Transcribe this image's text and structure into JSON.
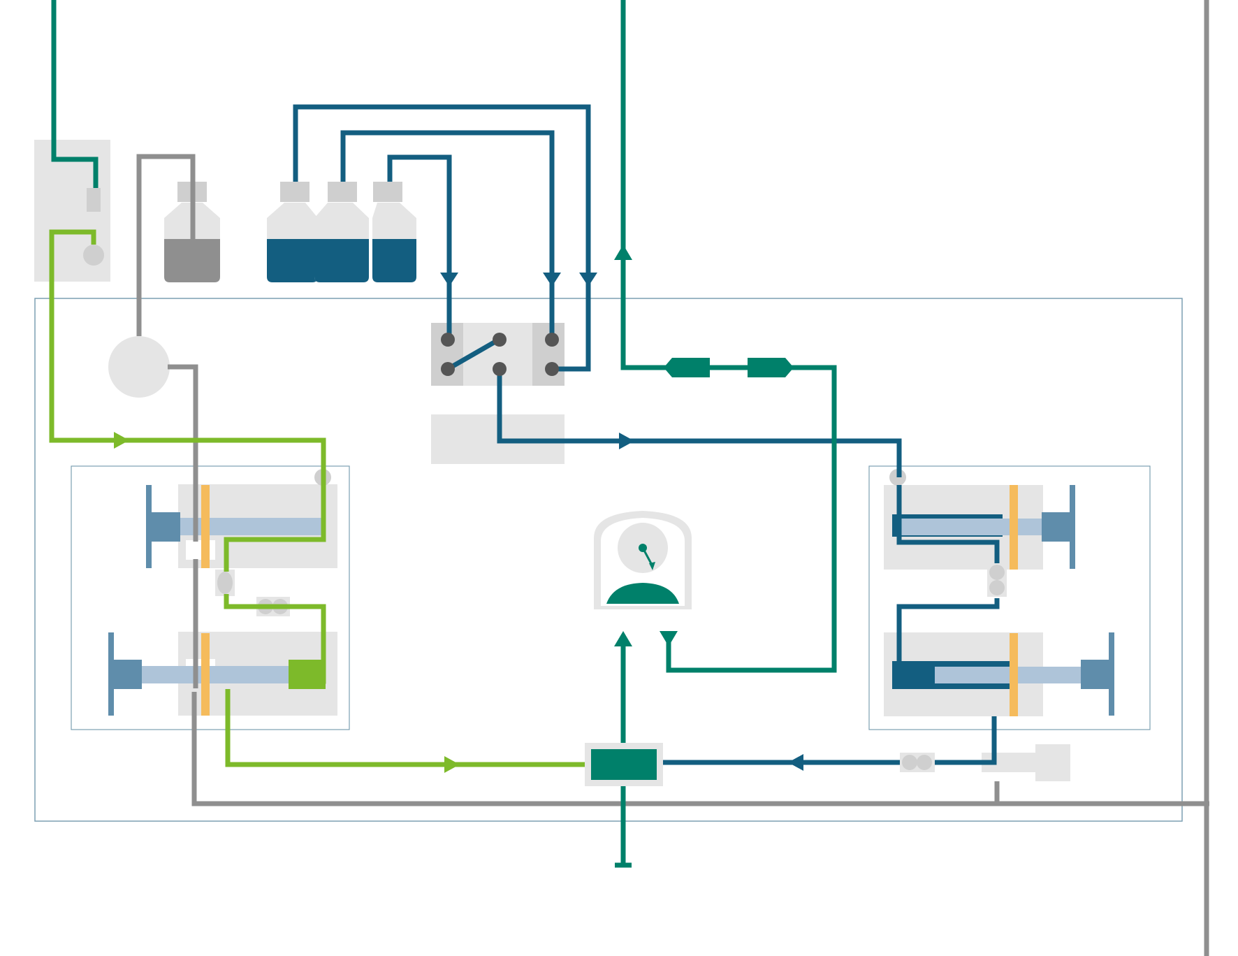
{
  "diagram": {
    "type": "hplc-flow-schematic",
    "labels": [],
    "colors": {
      "green_flow": "#00806a",
      "lime_flow": "#7dba2a",
      "blue_flow": "#135e80",
      "gray_line": "#8f8f8f",
      "light_gray": "#e5e5e5",
      "mid_gray": "#cfcfcf",
      "port_dark": "#555555",
      "piston_blue": "#5f8dab",
      "piston_light": "#aec4d9",
      "seal_orange": "#f5bb5c",
      "bottle_gray": "#8f8f8f",
      "frame_line": "#7c9fb2"
    },
    "components": [
      "degasser-module",
      "solvent-bottle-waste",
      "solvent-bottle-1",
      "solvent-bottle-2",
      "solvent-bottle-3",
      "solvent-selection-valve",
      "purge-valve",
      "pump-head-left",
      "pump-head-right",
      "pressure-sensor",
      "mixer",
      "inline-filter"
    ]
  }
}
